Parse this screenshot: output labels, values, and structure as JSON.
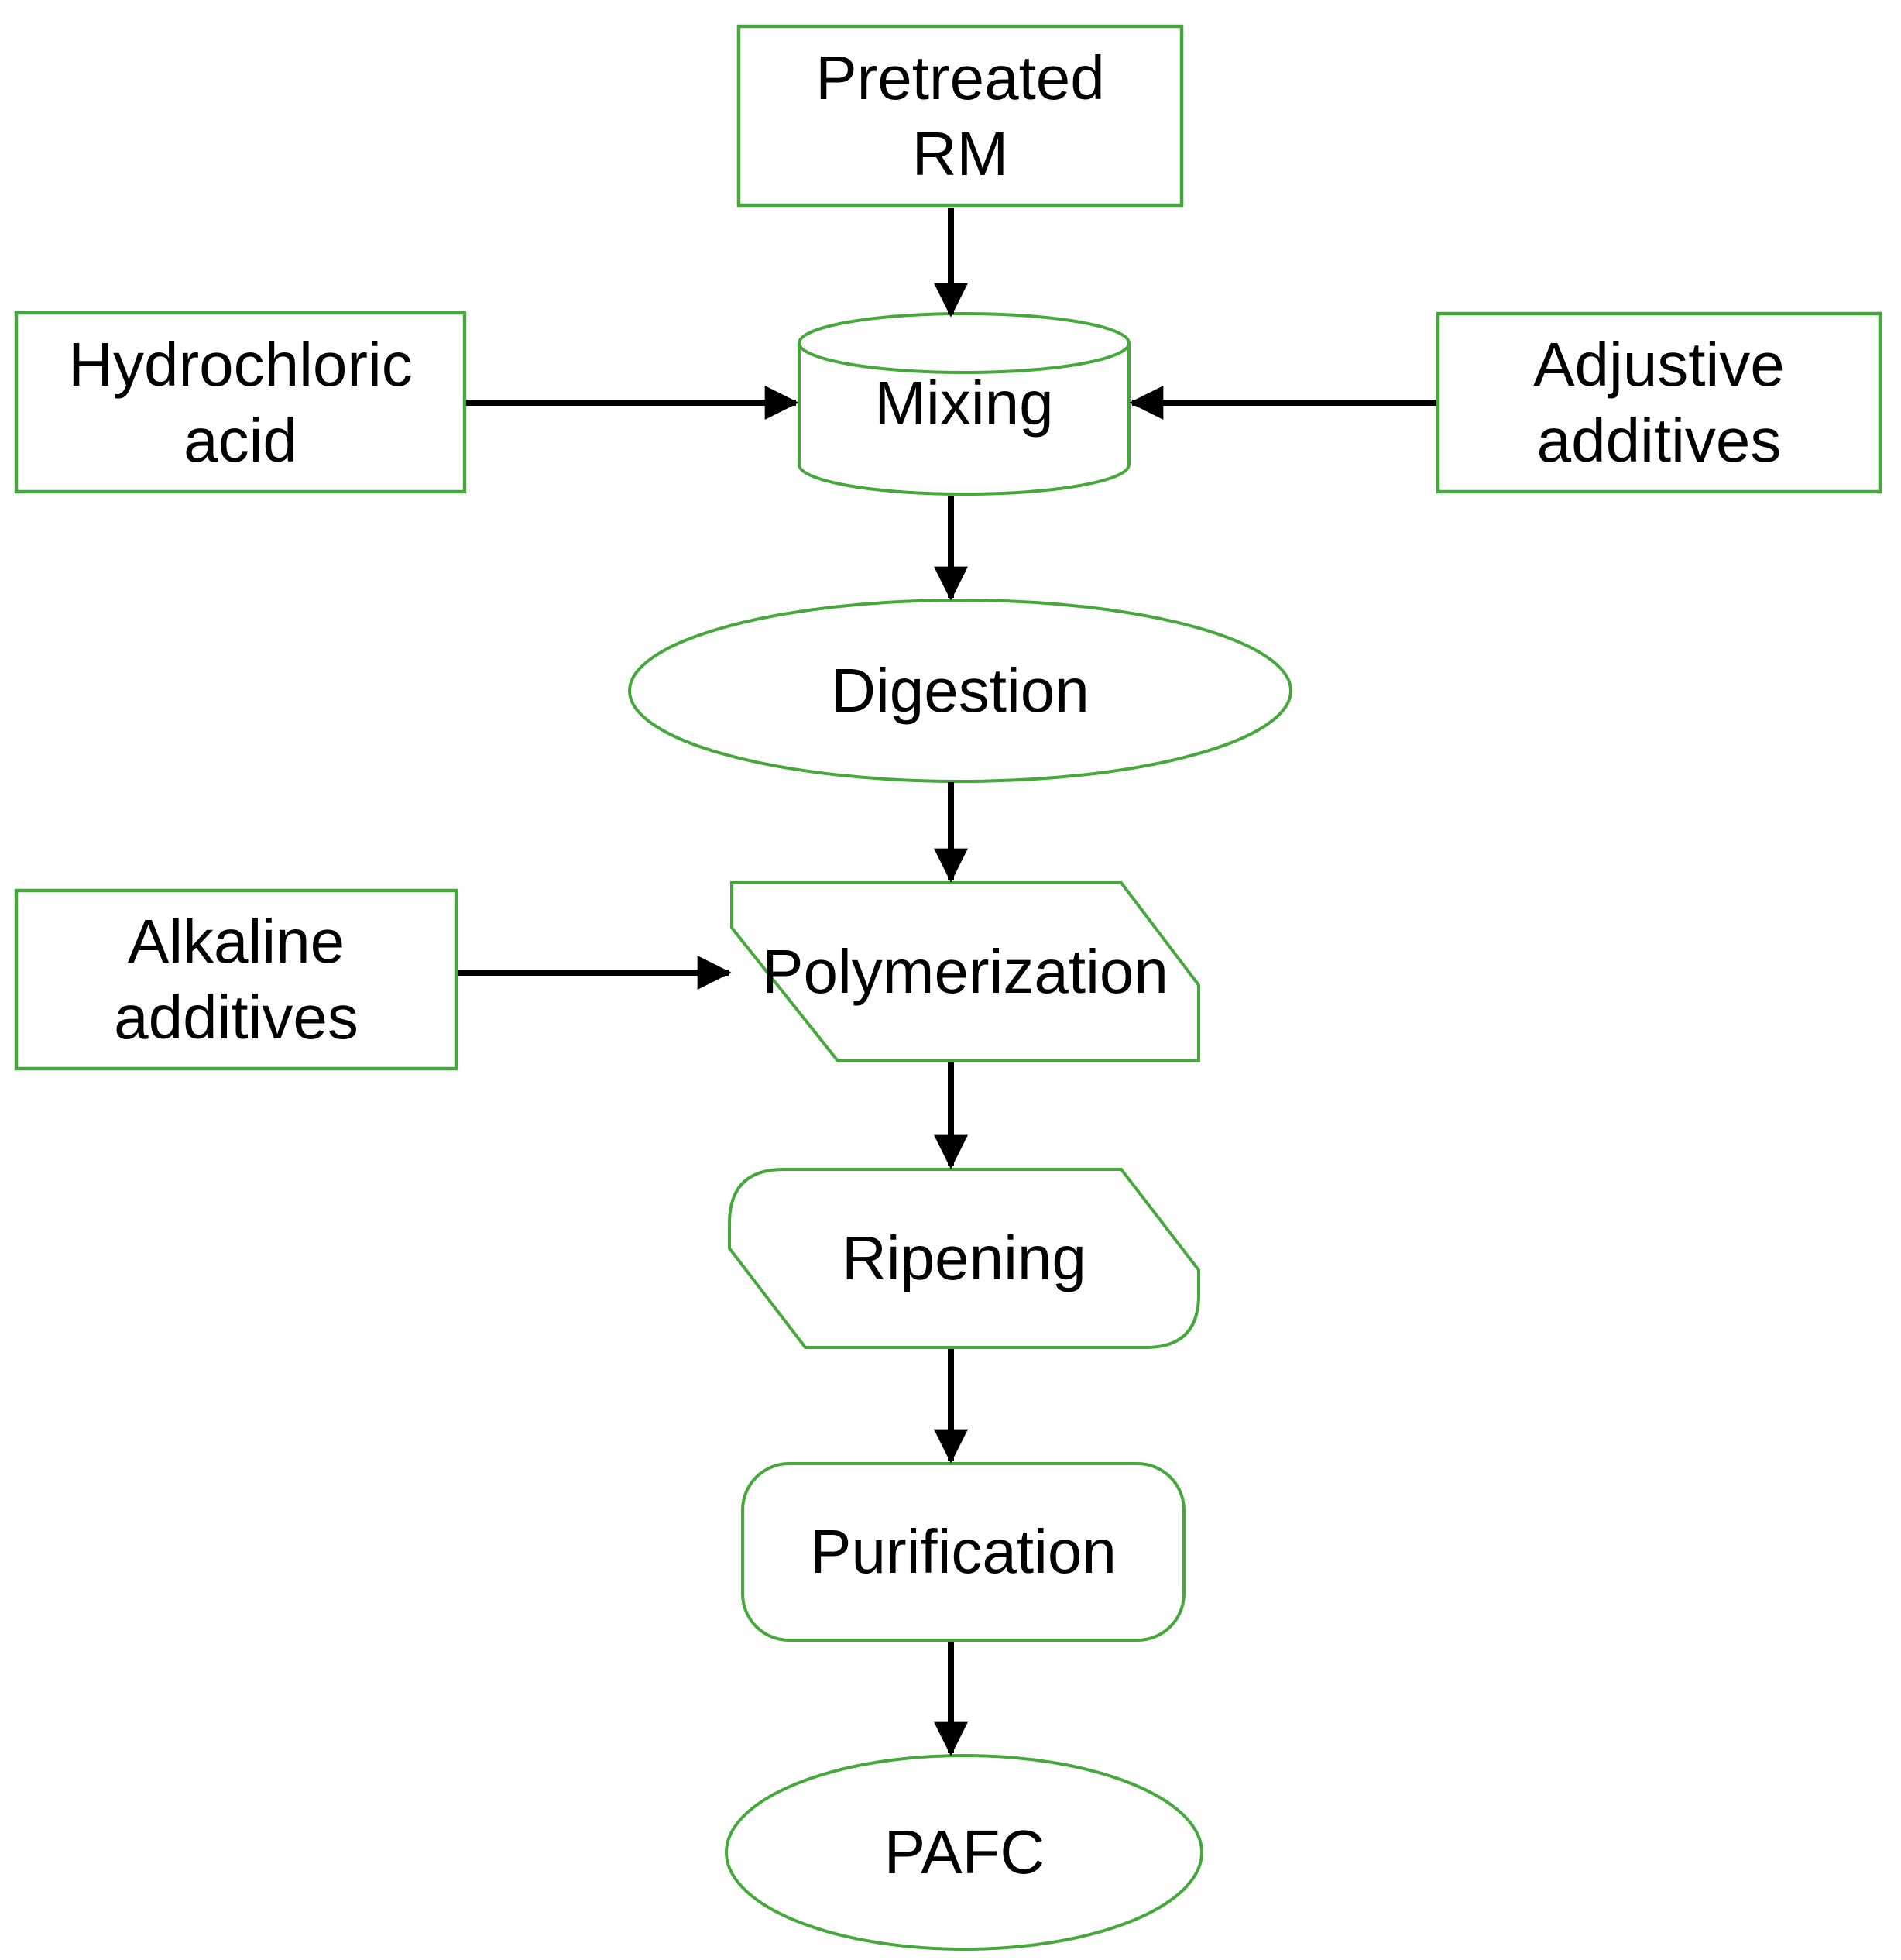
{
  "diagram": {
    "type": "flowchart",
    "colors": {
      "shape_outline": "#46a83c",
      "arrow": "#000000",
      "text": "#000000",
      "background": "#ffffff"
    },
    "nodes": [
      {
        "id": "pretreated-rm",
        "label": "Pretreated RM",
        "shape": "rectangle"
      },
      {
        "id": "hydrochloric-acid",
        "label": "Hydrochloric acid",
        "shape": "rectangle"
      },
      {
        "id": "mixing",
        "label": "Mixing",
        "shape": "cylinder"
      },
      {
        "id": "adjustive-additives",
        "label": "Adjustive additives",
        "shape": "rectangle"
      },
      {
        "id": "digestion",
        "label": "Digestion",
        "shape": "ellipse"
      },
      {
        "id": "alkaline-additives",
        "label": "Alkaline additives",
        "shape": "rectangle"
      },
      {
        "id": "polymerization",
        "label": "Polymerization",
        "shape": "snipped-corner-rectangle"
      },
      {
        "id": "ripening",
        "label": "Ripening",
        "shape": "snipped-round-corner-rectangle"
      },
      {
        "id": "purification",
        "label": "Purification",
        "shape": "rounded-rectangle"
      },
      {
        "id": "pafc",
        "label": "PAFC",
        "shape": "ellipse"
      }
    ],
    "edges": [
      {
        "from": "pretreated-rm",
        "to": "mixing"
      },
      {
        "from": "hydrochloric-acid",
        "to": "mixing"
      },
      {
        "from": "adjustive-additives",
        "to": "mixing"
      },
      {
        "from": "mixing",
        "to": "digestion"
      },
      {
        "from": "digestion",
        "to": "polymerization"
      },
      {
        "from": "alkaline-additives",
        "to": "polymerization"
      },
      {
        "from": "polymerization",
        "to": "ripening"
      },
      {
        "from": "ripening",
        "to": "purification"
      },
      {
        "from": "purification",
        "to": "pafc"
      }
    ]
  }
}
